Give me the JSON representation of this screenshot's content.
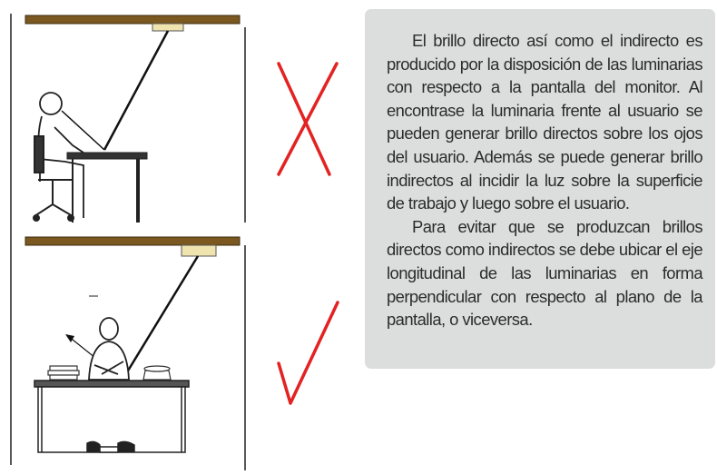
{
  "text_panel": {
    "paragraphs": [
      "El brillo directo así como el indirecto es producido por la disposición de las luminarias con respecto a la pantalla del monitor. Al encontrase la luminaria frente al usuario se pueden generar brillo directos sobre los ojos del usuario. Además se puede generar brillo indirectos al incidir la luz sobre la superficie de trabajo y luego sobre el usuario.",
      "Para evitar que se produzcan brillos directos como indirectos se debe ubicar el eje longitudinal de las luminarias en forma perpendicular con respecto al plano de la pantalla, o viceversa."
    ]
  },
  "marks": {
    "incorrect": "cross-mark",
    "correct": "check-mark"
  },
  "colors": {
    "ceiling": "#7a5820",
    "lamp": "#efe3b0",
    "mark_red": "#e32222",
    "panel_bg": "#dcdddd",
    "text": "#2c2c2c"
  }
}
